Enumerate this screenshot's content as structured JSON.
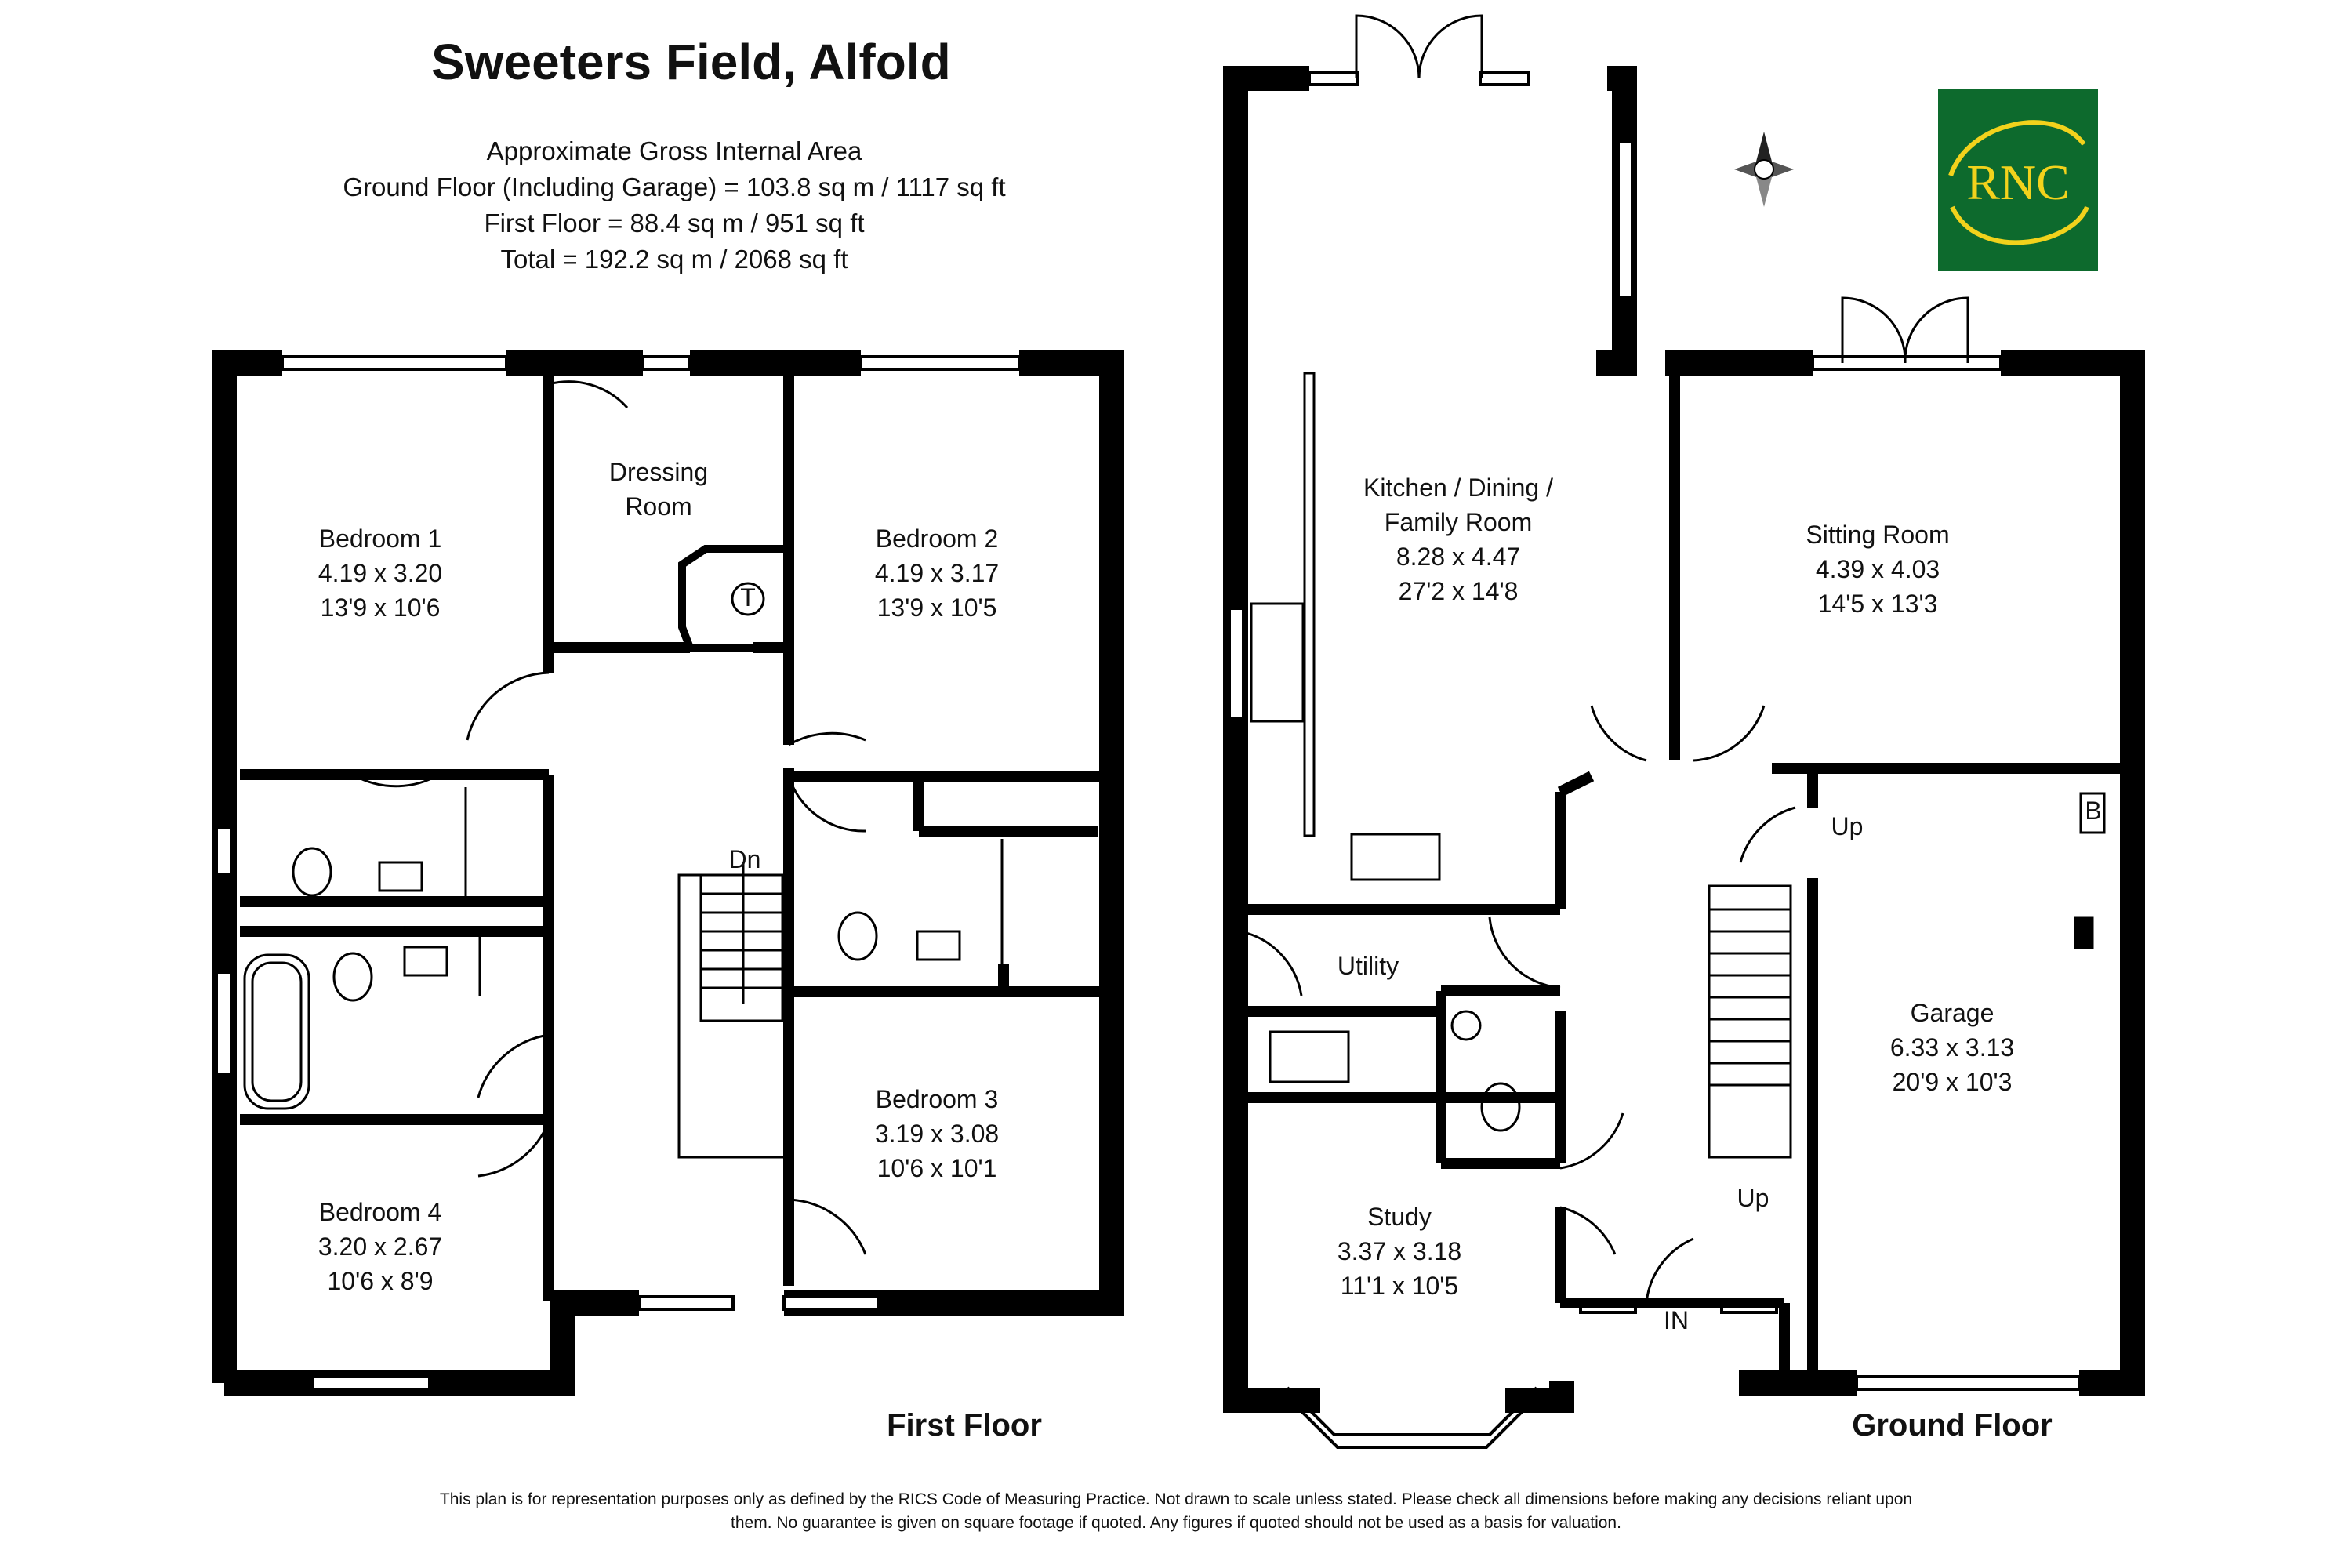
{
  "title": "Sweeters Field, Alfold",
  "area": {
    "heading": "Approximate Gross Internal Area",
    "ground": "Ground Floor (Including Garage) = 103.8 sq m / 1117 sq ft",
    "first": "First Floor = 88.4 sq m / 951 sq ft",
    "total": "Total = 192.2 sq m / 2068 sq ft"
  },
  "floors": {
    "first": "First Floor",
    "ground": "Ground Floor"
  },
  "first_floor_rooms": {
    "bedroom1": {
      "name": "Bedroom 1",
      "metric": "4.19 x 3.20",
      "imperial": "13'9 x 10'6"
    },
    "dressing": {
      "name1": "Dressing",
      "name2": "Room"
    },
    "bedroom2": {
      "name": "Bedroom 2",
      "metric": "4.19 x 3.17",
      "imperial": "13'9 x 10'5"
    },
    "bedroom3": {
      "name": "Bedroom 3",
      "metric": "3.19 x 3.08",
      "imperial": "10'6 x 10'1"
    },
    "bedroom4": {
      "name": "Bedroom 4",
      "metric": "3.20 x 2.67",
      "imperial": "10'6 x 8'9"
    },
    "tank": "T",
    "stairs_down": "Dn"
  },
  "ground_floor_rooms": {
    "kitchen": {
      "name1": "Kitchen / Dining /",
      "name2": "Family Room",
      "metric": "8.28 x 4.47",
      "imperial": "27'2 x 14'8"
    },
    "sitting": {
      "name": "Sitting Room",
      "metric": "4.39 x 4.03",
      "imperial": "14'5 x 13'3"
    },
    "garage": {
      "name": "Garage",
      "metric": "6.33 x 3.13",
      "imperial": "20'9 x 10'3"
    },
    "utility": {
      "name": "Utility"
    },
    "study": {
      "name": "Study",
      "metric": "3.37 x 3.18",
      "imperial": "11'1 x 10'5"
    },
    "boiler": "B",
    "up1": "Up",
    "up2": "Up",
    "entrance": "IN"
  },
  "logo_text": "RNC",
  "disclaimer": "This plan is for representation purposes only as defined by the RICS Code of Measuring Practice. Not drawn to scale unless stated. Please check all dimensions before making any decisions reliant upon them. No guarantee is given on square footage if quoted. Any figures if quoted should not be used as a basis for valuation.",
  "colors": {
    "wall": "#000000",
    "logo_green": "#0d6a2d",
    "logo_gold": "#f2d21c",
    "background": "#ffffff"
  }
}
